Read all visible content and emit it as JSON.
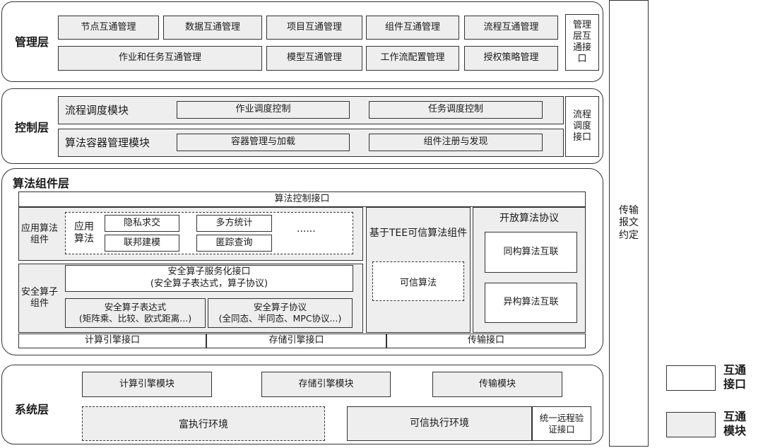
{
  "mgmt": {
    "title": "管理层",
    "row1": [
      "节点互通管理",
      "数据互通管理",
      "项目互通管理",
      "组件互通管理",
      "流程互通管理"
    ],
    "row2": [
      "作业和任务互通管理",
      "模型互通管理",
      "工作流配置管理",
      "授权策略管理"
    ],
    "iface": "管理层互通接口"
  },
  "ctrl": {
    "title": "控制层",
    "flow_label": "流程调度模块",
    "flow_items": [
      "作业调度控制",
      "任务调度控制"
    ],
    "algo_label": "算法容器管理模块",
    "algo_items": [
      "容器管理与加载",
      "组件注册与发现"
    ],
    "iface": "流程调度接口"
  },
  "algo": {
    "title": "算法组件层",
    "top_iface": "算法控制接口",
    "app_label": "应用算法组件",
    "app_algo_label": "应用算法",
    "app_items": [
      "隐私求交",
      "多方统计",
      "联邦建模",
      "匿踪查询"
    ],
    "app_more": "......",
    "sec_label": "安全算子组件",
    "sec_service_line1": "安全算子服务化接口",
    "sec_service_line2": "(安全算子表达式，算子协议)",
    "sec_expr_line1": "安全算子表达式",
    "sec_expr_line2": "(矩阵乘、比较、欧式距离...)",
    "sec_proto_line1": "安全算子协议",
    "sec_proto_line2": "(全同态、半同态、MPC协议...)",
    "tee_title": "基于TEE可信算法组件",
    "tee_item": "可信算法",
    "open_title": "开放算法协议",
    "open_items": [
      "同构算法互联",
      "异构算法互联"
    ],
    "bottom_ifaces": [
      "计算引擎接口",
      "存储引擎接口",
      "传输接口"
    ]
  },
  "sys": {
    "title": "系统层",
    "modules": [
      "计算引擎模块",
      "存储引擎模块",
      "传输模块"
    ],
    "rich_env": "富执行环境",
    "trusted_env": "可信执行环境",
    "remote_iface": "统一远程验证接口"
  },
  "transport": "传输报文约定",
  "legend": {
    "iface": "互通接口",
    "module": "互通模块"
  }
}
